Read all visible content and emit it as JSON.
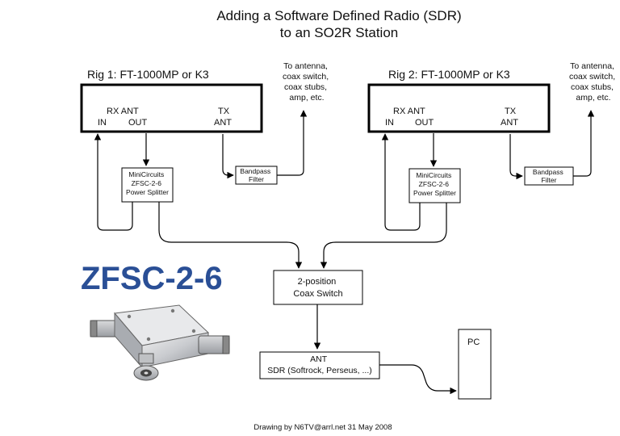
{
  "title": {
    "line1": "Adding a Software Defined Radio (SDR)",
    "line2": "to an SO2R Station"
  },
  "rig1": {
    "label": "Rig 1:  FT-1000MP or K3",
    "rx_ant": "RX ANT",
    "in": "IN",
    "out": "OUT",
    "tx": "TX",
    "ant": "ANT"
  },
  "rig2": {
    "label": "Rig 2:  FT-1000MP or K3",
    "rx_ant": "RX ANT",
    "in": "IN",
    "out": "OUT",
    "tx": "TX",
    "ant": "ANT"
  },
  "antenna_note": [
    "To antenna,",
    "coax switch,",
    "coax stubs,",
    "amp, etc."
  ],
  "splitter": [
    "MiniCircuits",
    "ZFSC-2-6",
    "Power Splitter"
  ],
  "bandpass": [
    "Bandpass",
    "Filter"
  ],
  "coax_switch": [
    "2-position",
    "Coax Switch"
  ],
  "sdr": [
    "ANT",
    "SDR (Softrock, Perseus, ...)"
  ],
  "pc": "PC",
  "product": {
    "model": "ZFSC-2-6",
    "model_color": "#2a4f96"
  },
  "credit": "Drawing by N6TV@arrl.net   31 May 2008"
}
